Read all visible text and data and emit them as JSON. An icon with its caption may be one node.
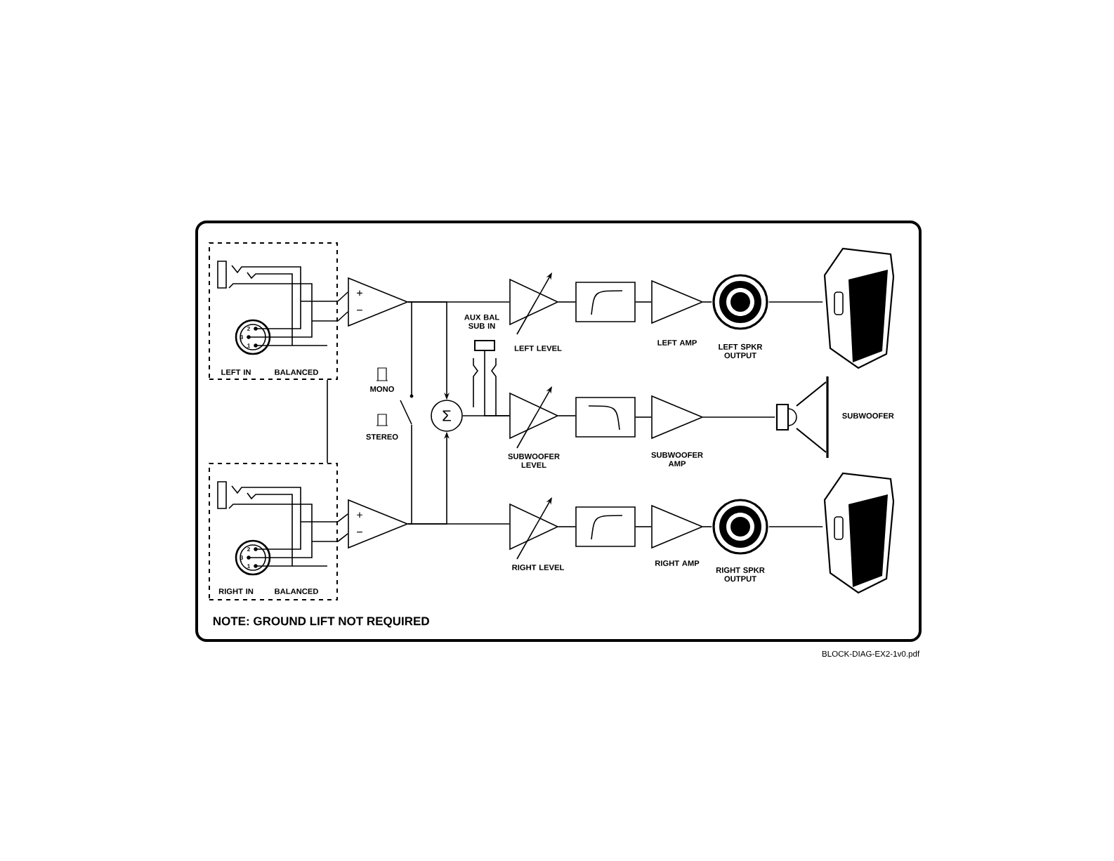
{
  "diagram": {
    "nodes": [
      {
        "text": [
          "LEFT IN",
          "BALANCED"
        ]
      },
      {
        "text": [
          "RIGHT IN",
          "BALANCED"
        ]
      },
      {
        "text": [
          "+",
          "−"
        ]
      },
      {
        "text": [
          "+",
          "−"
        ]
      },
      {
        "text": [
          "MONO",
          "STEREO"
        ]
      },
      {
        "text": [
          "Σ"
        ]
      },
      {
        "text": [
          "AUX BAL SUB IN"
        ]
      },
      {
        "text": [
          "LEFT LEVEL"
        ]
      },
      {
        "text": [
          "SUBWOOFER LEVEL"
        ]
      },
      {
        "text": [
          "RIGHT LEVEL"
        ]
      },
      {
        "text": [],
        "shape": "box"
      },
      {
        "text": [],
        "shape": "box"
      },
      {
        "text": [],
        "shape": "box"
      },
      {
        "text": [
          "LEFT AMP"
        ]
      },
      {
        "text": [
          "SUBWOOFER AMP"
        ]
      },
      {
        "text": [
          "RIGHT AMP"
        ]
      },
      {
        "text": [
          "LEFT SPKR OUTPUT"
        ]
      },
      {
        "text": [
          "RIGHT SPKR OUTPUT"
        ]
      },
      {
        "text": [],
        "shape": "speaker"
      },
      {
        "text": [
          "SUBWOOFER"
        ]
      },
      {
        "text": [],
        "shape": "speaker"
      }
    ],
    "edges": [
      {
        "from": 0,
        "to": 2,
        "arrow": "none"
      },
      {
        "from": 1,
        "to": 3,
        "arrow": "none"
      },
      {
        "from": 0,
        "to": 1,
        "arrow": "none"
      },
      {
        "from": 2,
        "to": 7,
        "arrow": "none"
      },
      {
        "from": 2,
        "to": 5,
        "arrow": "to"
      },
      {
        "from": 2,
        "to": 4,
        "arrow": "none"
      },
      {
        "from": 4,
        "to": 3,
        "arrow": "none"
      },
      {
        "from": 3,
        "to": 5,
        "arrow": "to"
      },
      {
        "from": 3,
        "to": 9,
        "arrow": "none"
      },
      {
        "from": 5,
        "to": 8,
        "arrow": "none"
      },
      {
        "from": 6,
        "to": 8,
        "arrow": "none"
      },
      {
        "from": 7,
        "to": 10,
        "arrow": "none"
      },
      {
        "from": 10,
        "to": 13,
        "arrow": "none"
      },
      {
        "from": 13,
        "to": 16,
        "arrow": "none"
      },
      {
        "from": 16,
        "to": 18,
        "arrow": "none"
      },
      {
        "from": 8,
        "to": 11,
        "arrow": "none"
      },
      {
        "from": 11,
        "to": 14,
        "arrow": "none"
      },
      {
        "from": 14,
        "to": 19,
        "arrow": "none"
      },
      {
        "from": 9,
        "to": 12,
        "arrow": "none"
      },
      {
        "from": 12,
        "to": 15,
        "arrow": "none"
      },
      {
        "from": 15,
        "to": 17,
        "arrow": "none"
      },
      {
        "from": 17,
        "to": 20,
        "arrow": "none"
      }
    ],
    "labels": [
      "2",
      "3",
      "1",
      "2",
      "3",
      "1",
      "NOTE: GROUND LIFT NOT REQUIRED",
      "BLOCK-DIAG-EX2-1v0.pdf"
    ]
  }
}
